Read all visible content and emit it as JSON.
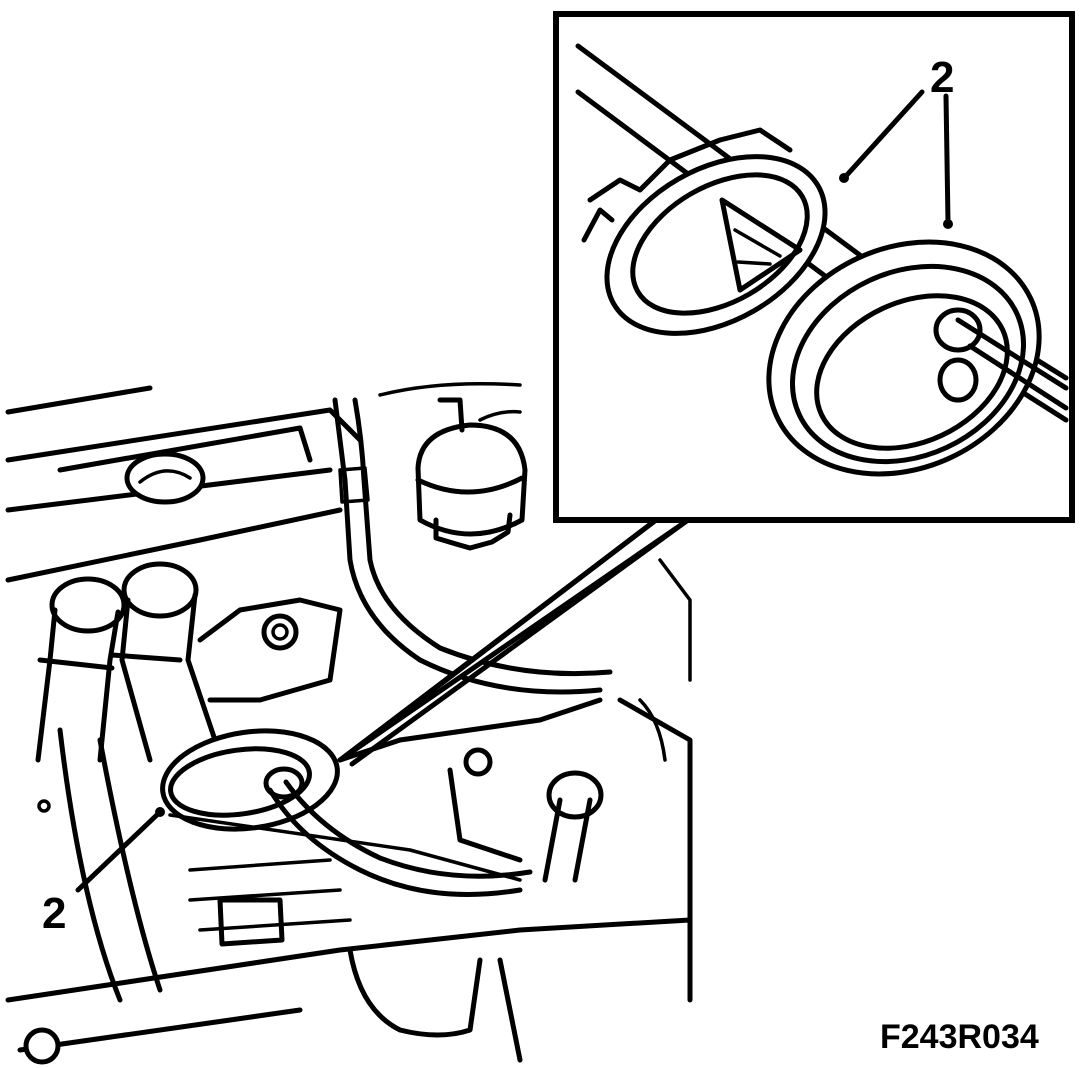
{
  "figure": {
    "code": "F243R034"
  },
  "callouts": {
    "inset_label": "2",
    "main_label": "2"
  },
  "icons": [
    "grommet",
    "cable",
    "hose",
    "reservoir-cap",
    "bolt",
    "oil-cap"
  ],
  "colors": {
    "line": "#000000",
    "background": "#ffffff"
  }
}
